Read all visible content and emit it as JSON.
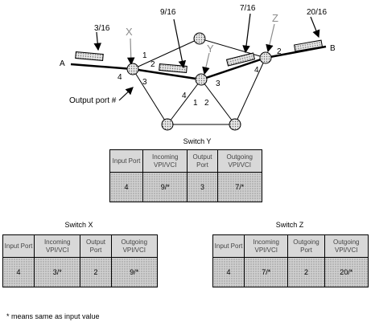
{
  "diagram": {
    "endpoints": {
      "a": "A",
      "b": "B"
    },
    "switch_labels": {
      "x": "X",
      "y": "Y",
      "z": "Z"
    },
    "cell_labels": [
      "3/16",
      "9/16",
      "7/16",
      "20/16"
    ],
    "output_port_label": "Output port #",
    "ports": {
      "x_top": "1",
      "x_right": "2",
      "x_left": "4",
      "x_down": "3",
      "y_left": "4",
      "y_down": "1",
      "y_right": "3",
      "y_down2": "2",
      "z_right": "2",
      "z_left": "4"
    }
  },
  "tables": {
    "y": {
      "title": "Switch Y",
      "headers": [
        "Input Port",
        "Incoming VPI/VCI",
        "Output Port",
        "Outgoing VPI/VCI"
      ],
      "row": [
        "4",
        "9/*",
        "3",
        "7/*"
      ]
    },
    "x": {
      "title": "Switch X",
      "headers": [
        "Input Port",
        "Incoming VPI/VCI",
        "Output Port",
        "Outgoing VPI/VCI"
      ],
      "row": [
        "4",
        "3/*",
        "2",
        "9/*"
      ]
    },
    "z": {
      "title": "Switch Z",
      "headers": [
        "Input Port",
        "Incoming VPI/VCI",
        "Outgoing Port",
        "Outgoing VPI/VCI"
      ],
      "row": [
        "4",
        "7/*",
        "2",
        "20/*"
      ]
    }
  },
  "footnote": "* means same as input value"
}
